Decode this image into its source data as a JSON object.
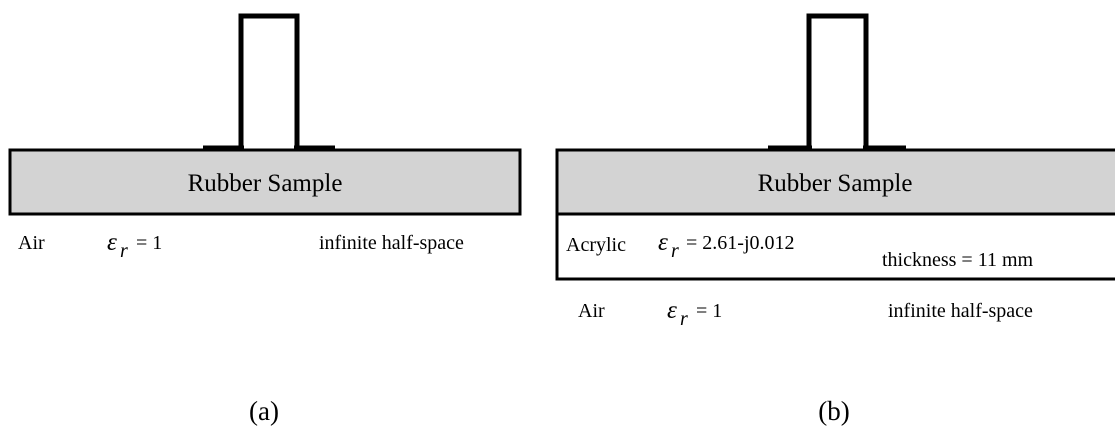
{
  "panel_a": {
    "sample_label": "Rubber Sample",
    "air_label": "Air",
    "air_eps_symbol": "ε",
    "air_eps_subscript": "r",
    "air_eps_value": "= 1",
    "air_extent": "infinite half-space",
    "caption": "(a)"
  },
  "panel_b": {
    "sample_label": "Rubber Sample",
    "acrylic_label": "Acrylic",
    "acrylic_eps_symbol": "ε",
    "acrylic_eps_subscript": "r",
    "acrylic_eps_value": "= 2.61-j0.012",
    "acrylic_thickness": "thickness = 11 mm",
    "air_label": "Air",
    "air_eps_symbol": "ε",
    "air_eps_subscript": "r",
    "air_eps_value": "= 1",
    "air_extent": "infinite half-space",
    "caption": "(b)"
  },
  "colors": {
    "sample_fill": "#d3d3d3",
    "line": "#000000"
  }
}
